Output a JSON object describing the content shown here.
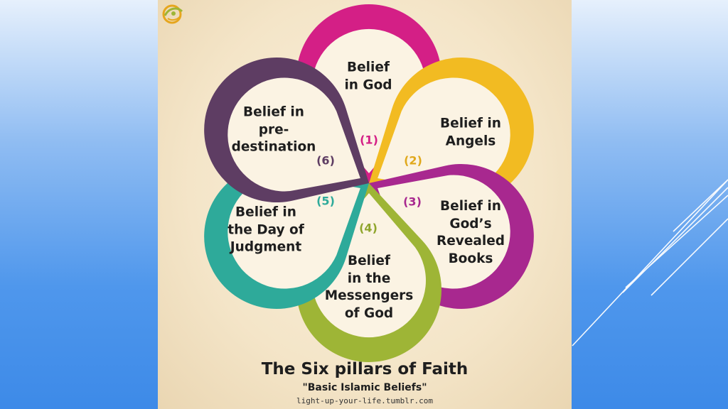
{
  "slide": {
    "background_colors": [
      "#e6f0fc",
      "#4f97ec"
    ],
    "decoration": "white diagonal lines"
  },
  "poster": {
    "petals": [
      {
        "number": "(1)",
        "label": "Belief\nin God",
        "color": "#d41f86"
      },
      {
        "number": "(2)",
        "label": "Belief in\nAngels",
        "color": "#f2bb22"
      },
      {
        "number": "(3)",
        "label": "Belief in\nGod’s\nRevealed\nBooks",
        "color": "#a8288f"
      },
      {
        "number": "(4)",
        "label": "Belief\nin the\nMessengers\nof God",
        "color": "#9eb536"
      },
      {
        "number": "(5)",
        "label": "Belief in\nthe Day of\nJudgment",
        "color": "#2eaa9a"
      },
      {
        "number": "(6)",
        "label": "Belief in\npre-\ndestination",
        "color": "#5e3d63"
      }
    ],
    "title": "The Six pillars of Faith",
    "subtitle": "\"Basic Islamic Beliefs\"",
    "credit": "light-up-your-life.tumblr.com",
    "logo_icon": "leaf-swirl-logo"
  }
}
